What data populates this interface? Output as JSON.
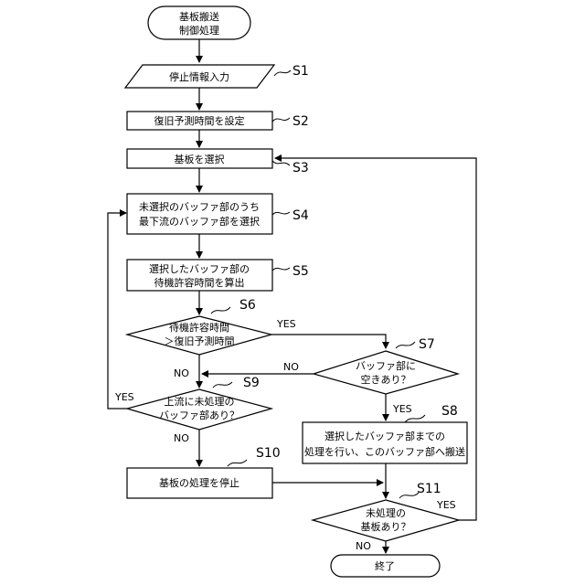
{
  "nodes": {
    "start": [
      "基板搬送",
      "制御処理"
    ],
    "input": [
      "停止情報入力"
    ],
    "set_restore": [
      "復旧予測時間を設定"
    ],
    "select_board": [
      "基板を選択"
    ],
    "select_buffer": [
      "未選択のバッファ部のうち",
      "最下流のバッファ部を選択"
    ],
    "calc_wait": [
      "選択したバッファ部の",
      "待機許容時間を算出"
    ],
    "compare": [
      "待機許容時間",
      "＞復旧予測時間"
    ],
    "buffer_free": [
      "バッファ部に",
      "空きあり？"
    ],
    "upstream": [
      "上流に未処理の",
      "バッファ部あり？"
    ],
    "process_move": [
      "選択したバッファ部までの",
      "処理を行い、このバッファ部へ搬送"
    ],
    "stop": [
      "基板の処理を停止"
    ],
    "remaining": [
      "未処理の",
      "基板あり？"
    ],
    "end": [
      "終了"
    ]
  },
  "steps": {
    "s1": "S1",
    "s2": "S2",
    "s3": "S3",
    "s4": "S4",
    "s5": "S5",
    "s6": "S6",
    "s7": "S7",
    "s8": "S8",
    "s9": "S9",
    "s10": "S10",
    "s11": "S11"
  },
  "labels": {
    "s6_yes": "YES",
    "s6_no": "NO",
    "s7_yes": "YES",
    "s7_no": "NO",
    "s9_yes": "YES",
    "s9_no": "NO",
    "s11_yes": "YES",
    "s11_no": "NO"
  }
}
